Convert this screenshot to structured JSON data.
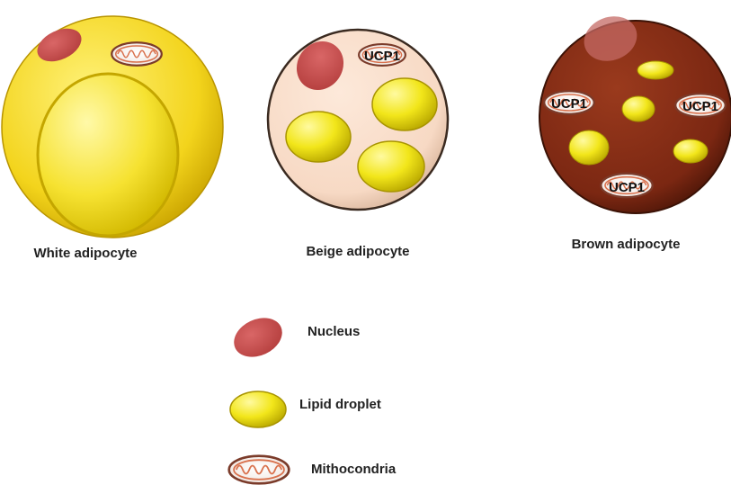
{
  "cells": {
    "white": {
      "label": "White adipocyte"
    },
    "beige": {
      "label": "Beige adipocyte"
    },
    "brown": {
      "label": "Brown adipocyte"
    }
  },
  "ucp1_label": "UCP1",
  "legend": {
    "nucleus": "Nucleus",
    "lipid_droplet": "Lipid droplet",
    "mitochondria": "Mithocondria"
  },
  "colors": {
    "white_cell": "#f3d41c",
    "beige_cell": "#f7d9c4",
    "brown_cell": "#7b2712",
    "lipid": "#f2e61a",
    "nucleus": "#c94f50",
    "mito_outline": "#7b3b2a"
  }
}
